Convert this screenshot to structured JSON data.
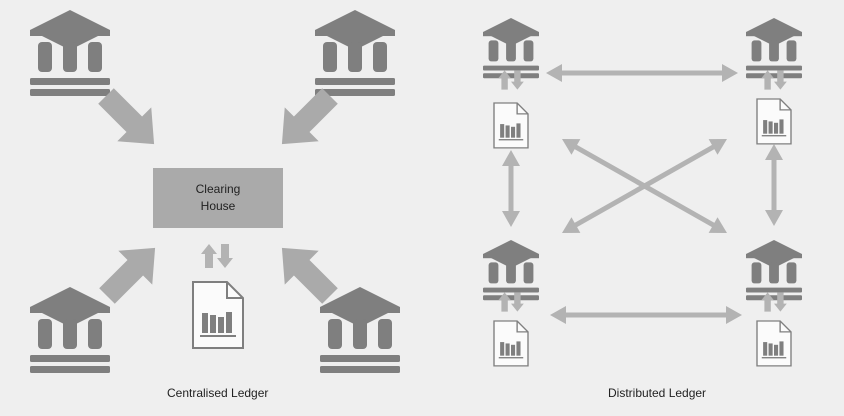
{
  "clearing_house": {
    "line1": "Clearing",
    "line2": "House"
  },
  "captions": {
    "centralised": "Centralised Ledger",
    "distributed": "Distributed Ledger"
  },
  "colors": {
    "background": "#efefef",
    "bank": "#7f7f7f",
    "clearing_box": "#aaaaaa",
    "arrow_centralised": "#aaaaaa",
    "arrow_distributed": "#b3b3b3",
    "document": "#7f7f7f"
  },
  "icons": {
    "institution": "bank-building-icon",
    "ledger": "ledger-document-icon",
    "exchange": "up-down-arrows-icon"
  }
}
